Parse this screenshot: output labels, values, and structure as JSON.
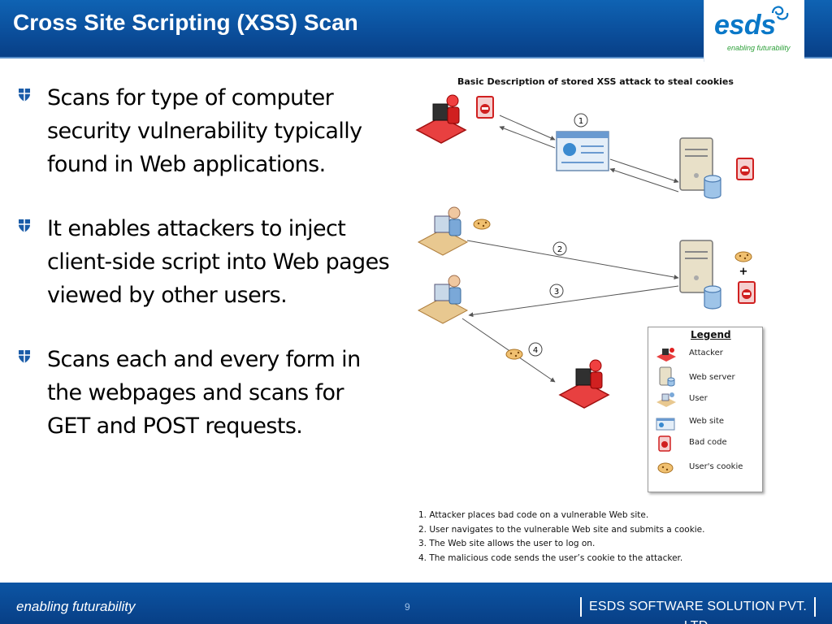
{
  "slide": {
    "title": "Cross Site Scripting (XSS) Scan",
    "page_number": "9"
  },
  "logo": {
    "name": "esds",
    "tagline": "enabling futurability"
  },
  "bullets": [
    {
      "text": "Scans for type of computer security vulnerability typically found in Web applications."
    },
    {
      "text": "It enables attackers to inject client-side script into Web pages viewed by other users."
    },
    {
      "text": "Scans each and every form in the webpages and scans for GET and POST requests."
    }
  ],
  "diagram": {
    "title": "Basic Description of stored XSS attack to steal cookies",
    "step_markers": [
      "1",
      "2",
      "3",
      "4"
    ],
    "plus_sign": "+",
    "legend": {
      "title": "Legend",
      "items": [
        {
          "label": "Attacker",
          "icon": "attacker-icon"
        },
        {
          "label": "Web server",
          "icon": "web-server-icon"
        },
        {
          "label": "User",
          "icon": "user-icon"
        },
        {
          "label": "Web site",
          "icon": "web-site-icon"
        },
        {
          "label": "Bad code",
          "icon": "bad-code-icon"
        },
        {
          "label": "User's cookie",
          "icon": "cookie-icon"
        }
      ]
    },
    "steps": [
      "1. Attacker places bad code on a vulnerable Web site.",
      "2. User navigates to the vulnerable Web site and submits a cookie.",
      "3. The Web site allows the user to log on.",
      "4. The malicious code sends the user’s cookie to the attacker."
    ]
  },
  "footer": {
    "left": "enabling futurability",
    "right": "ESDS SOFTWARE SOLUTION PVT. LTD."
  },
  "colors": {
    "header_blue": "#0b4f9c",
    "logo_blue": "#0a78c8",
    "logo_green": "#2ea03a",
    "attacker_red": "#e02020"
  }
}
